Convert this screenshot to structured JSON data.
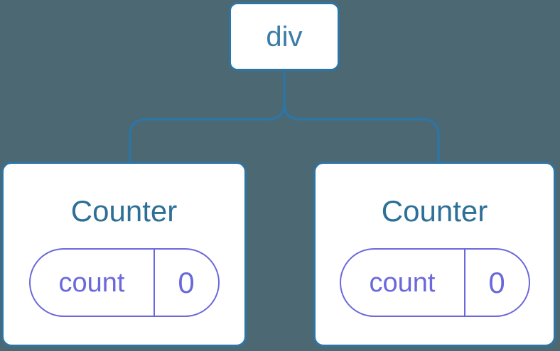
{
  "colors": {
    "background": "#4C6873",
    "line_blue": "#2D75A4",
    "node_text_blue": "#3B7CA7",
    "component_text_blue": "#2E6F97",
    "state_purple": "#6B68DB",
    "card_bg": "#FFFFFF"
  },
  "tree": {
    "root": {
      "label": "div"
    },
    "children": [
      {
        "label": "Counter",
        "state": {
          "name": "count",
          "value": "0"
        }
      },
      {
        "label": "Counter",
        "state": {
          "name": "count",
          "value": "0"
        }
      }
    ]
  }
}
